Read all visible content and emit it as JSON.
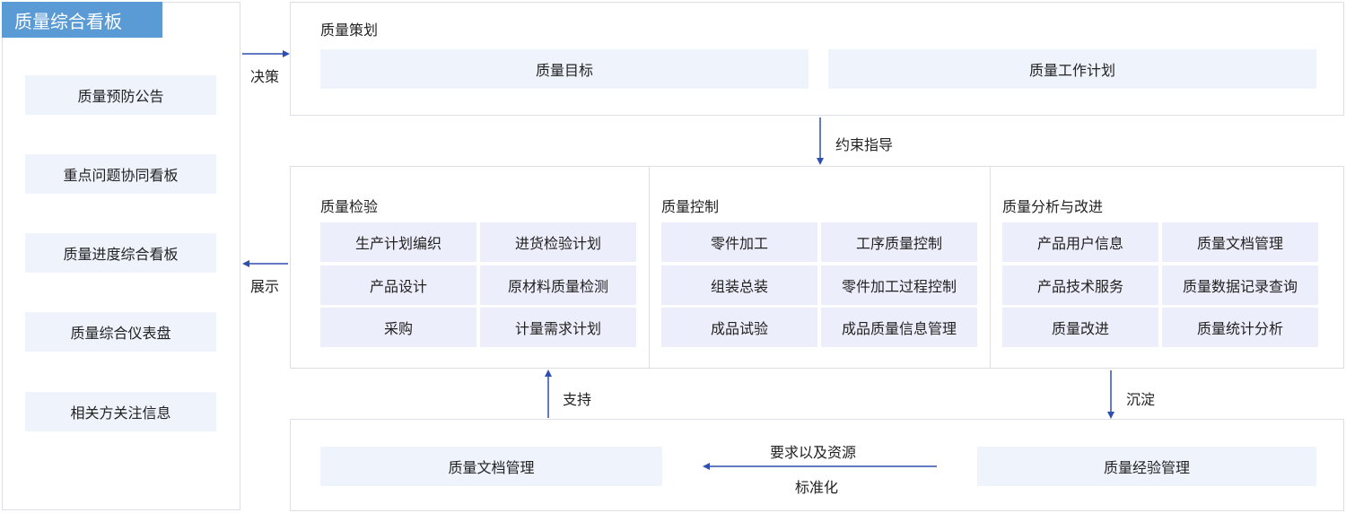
{
  "left_panel": {
    "tag": "质量综合看板",
    "items": [
      "质量预防公告",
      "重点问题协同看板",
      "质量进度综合看板",
      "质量综合仪表盘",
      "相关方关注信息"
    ]
  },
  "planning": {
    "title": "质量策划",
    "items": [
      "质量目标",
      "质量工作计划"
    ]
  },
  "inspection": {
    "title": "质量检验",
    "cells": [
      "生产计划编织",
      "进货检验计划",
      "产品设计",
      "原材料质量检测",
      "采购",
      "计量需求计划"
    ]
  },
  "control": {
    "title": "质量控制",
    "cells": [
      "零件加工",
      "工序质量控制",
      "组装总装",
      "零件加工过程控制",
      "成品试验",
      "成品质量信息管理"
    ]
  },
  "analysis": {
    "title": "质量分析与改进",
    "cells": [
      "产品用户信息",
      "质量文档管理",
      "产品技术服务",
      "质量数据记录查询",
      "质量改进",
      "质量统计分析"
    ]
  },
  "bottom": {
    "left_box": "质量文档管理",
    "right_box": "质量经验管理",
    "arrow_top_label": "要求以及资源",
    "arrow_bottom_label": "标准化"
  },
  "connectors": {
    "decision": "决策",
    "display": "展示",
    "constraint": "约束指导",
    "support": "支持",
    "deposit": "沉淀"
  },
  "colors": {
    "tag": "#5b9bd5",
    "box_fill": "#eef3fc",
    "cell_fill": "#edeefb",
    "arrow": "#2f4fb0",
    "border": "#dcdfe6"
  }
}
